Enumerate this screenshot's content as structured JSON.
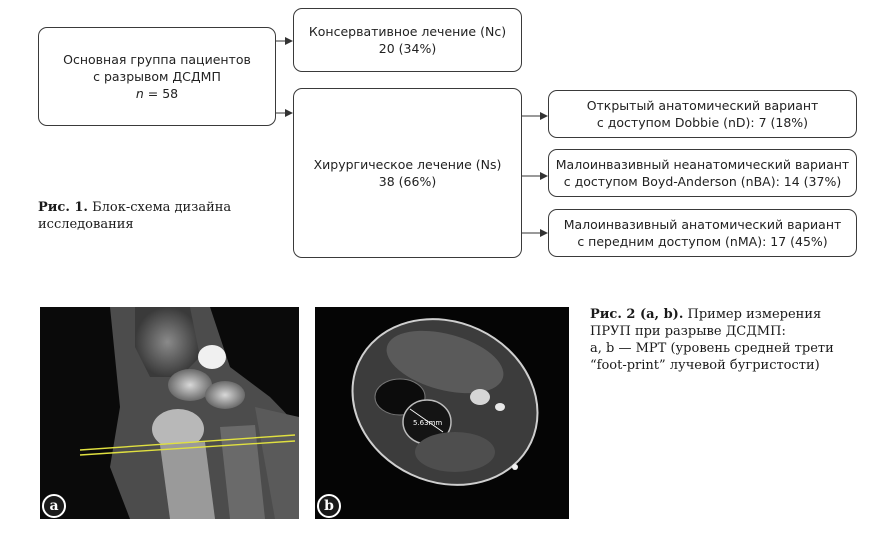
{
  "figure1": {
    "main_box": {
      "line1": "Основная группа пациентов",
      "line2": "с разрывом ДСДМП",
      "n_label": "n",
      "n_value": " = 58"
    },
    "conservative": {
      "line1": "Консервативное лечение (Nc)",
      "line2": "20 (34%)"
    },
    "surgical": {
      "line1": "Хирургическое лечение (Ns)",
      "line2": "38 (66%)"
    },
    "open_anatomic": {
      "line1": "Открытый анатомический вариант",
      "line2": "с доступом Dobbie (nD): 7 (18%)"
    },
    "mini_nonanatomic": {
      "line1": "Малоинвазивный неанатомический вариант",
      "line2": "с доступом Boyd-Anderson (nBA): 14 (37%)"
    },
    "mini_anatomic": {
      "line1": "Малоинвазивный анатомический вариант",
      "line2": "с передним доступом (nMA): 17 (45%)"
    },
    "caption": {
      "label": "Рис. 1.",
      "text_line1": " Блок-схема дизайна",
      "text_line2": "исследования"
    }
  },
  "figure2": {
    "panel_a_label": "a",
    "panel_b_label": "b",
    "measurement_text": "5.63mm",
    "caption": {
      "label": "Рис. 2 (a, b).",
      "text_line1": " Пример измерения",
      "line2": "ПРУП при разрыве ДСДМП:",
      "line3": "a, b — МРТ (уровень средней трети",
      "line4": "“foot-print” лучевой бугристости)"
    }
  }
}
